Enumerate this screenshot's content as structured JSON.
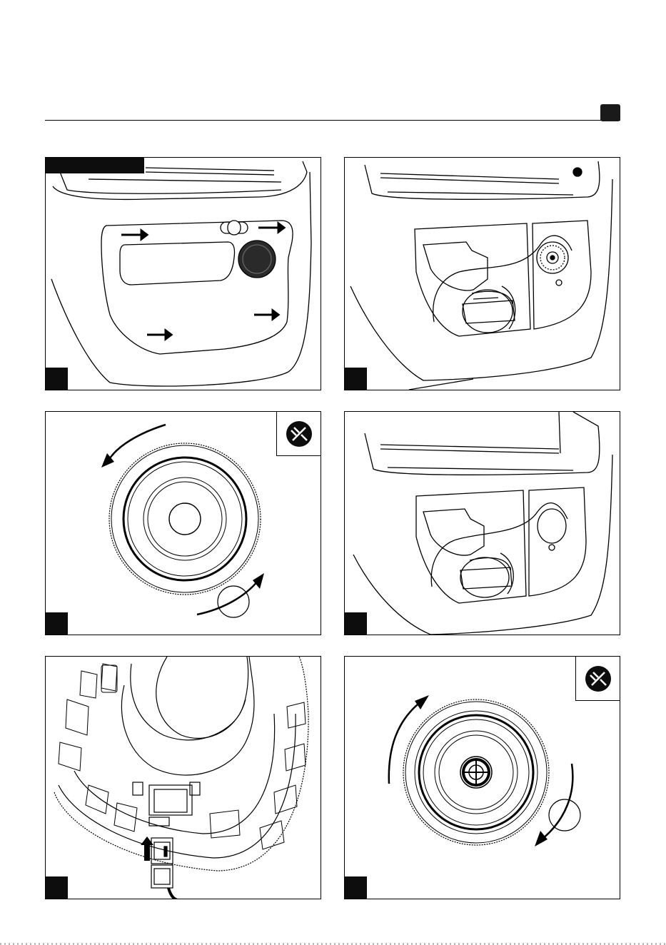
{
  "page": {
    "section_tab_color": "#1a1a1a",
    "line_color": "#000000"
  },
  "panels": [
    {
      "id": "door-trim-screws",
      "step_badge": "",
      "icons": [
        "arrow-right-icon",
        "arrow-right-icon",
        "arrow-right-icon",
        "arrow-right-icon"
      ]
    },
    {
      "id": "door-cavity-wiring",
      "step_badge": "",
      "icons": []
    },
    {
      "id": "unlock-rotate-speaker",
      "step_badge": "",
      "icons": [
        "unplug-icon",
        "rotate-ccw-arrow-icon",
        "rotate-cw-arrow-icon"
      ]
    },
    {
      "id": "door-cavity-speaker-removed",
      "step_badge": "",
      "icons": []
    },
    {
      "id": "connect-plug",
      "step_badge": "",
      "icons": [
        "arrow-up-icon"
      ]
    },
    {
      "id": "lock-rotate-speaker",
      "step_badge": "",
      "icons": [
        "unplug-icon",
        "rotate-cw-arrow-icon",
        "rotate-ccw-arrow-icon"
      ]
    }
  ]
}
